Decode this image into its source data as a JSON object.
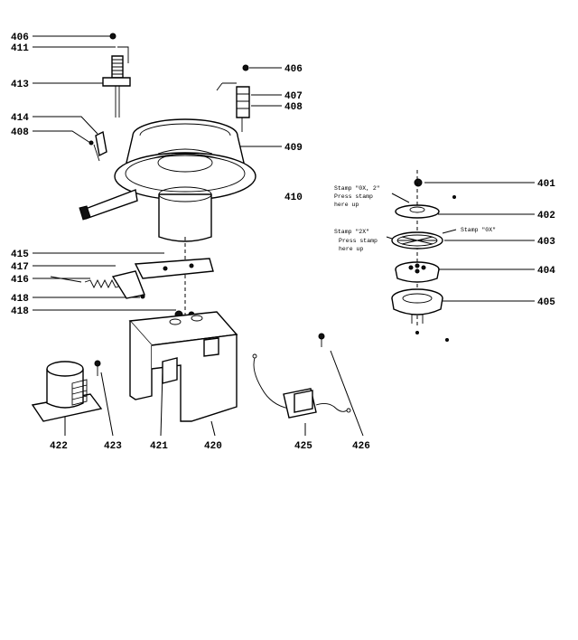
{
  "labels": {
    "l406a": "406",
    "l411": "411",
    "l413": "413",
    "l414": "414",
    "l408a": "408",
    "l406b": "406",
    "l407": "407",
    "l408b": "408",
    "l409": "409",
    "l410": "410",
    "l401": "401",
    "l402": "402",
    "l403": "403",
    "l404": "404",
    "l405": "405",
    "l415": "415",
    "l417": "417",
    "l416": "416",
    "l418a": "418",
    "l418b": "418",
    "l422": "422",
    "l423": "423",
    "l421": "421",
    "l420": "420",
    "l425": "425",
    "l426": "426"
  },
  "notes": {
    "n1": "Stamp \"0X, 2\"",
    "n2": "Press stamp",
    "n3": "here up",
    "n4": "Stamp \"2X\"",
    "n5": "Stamp \"0X\"",
    "n6": "Press stamp",
    "n7": "here up"
  }
}
